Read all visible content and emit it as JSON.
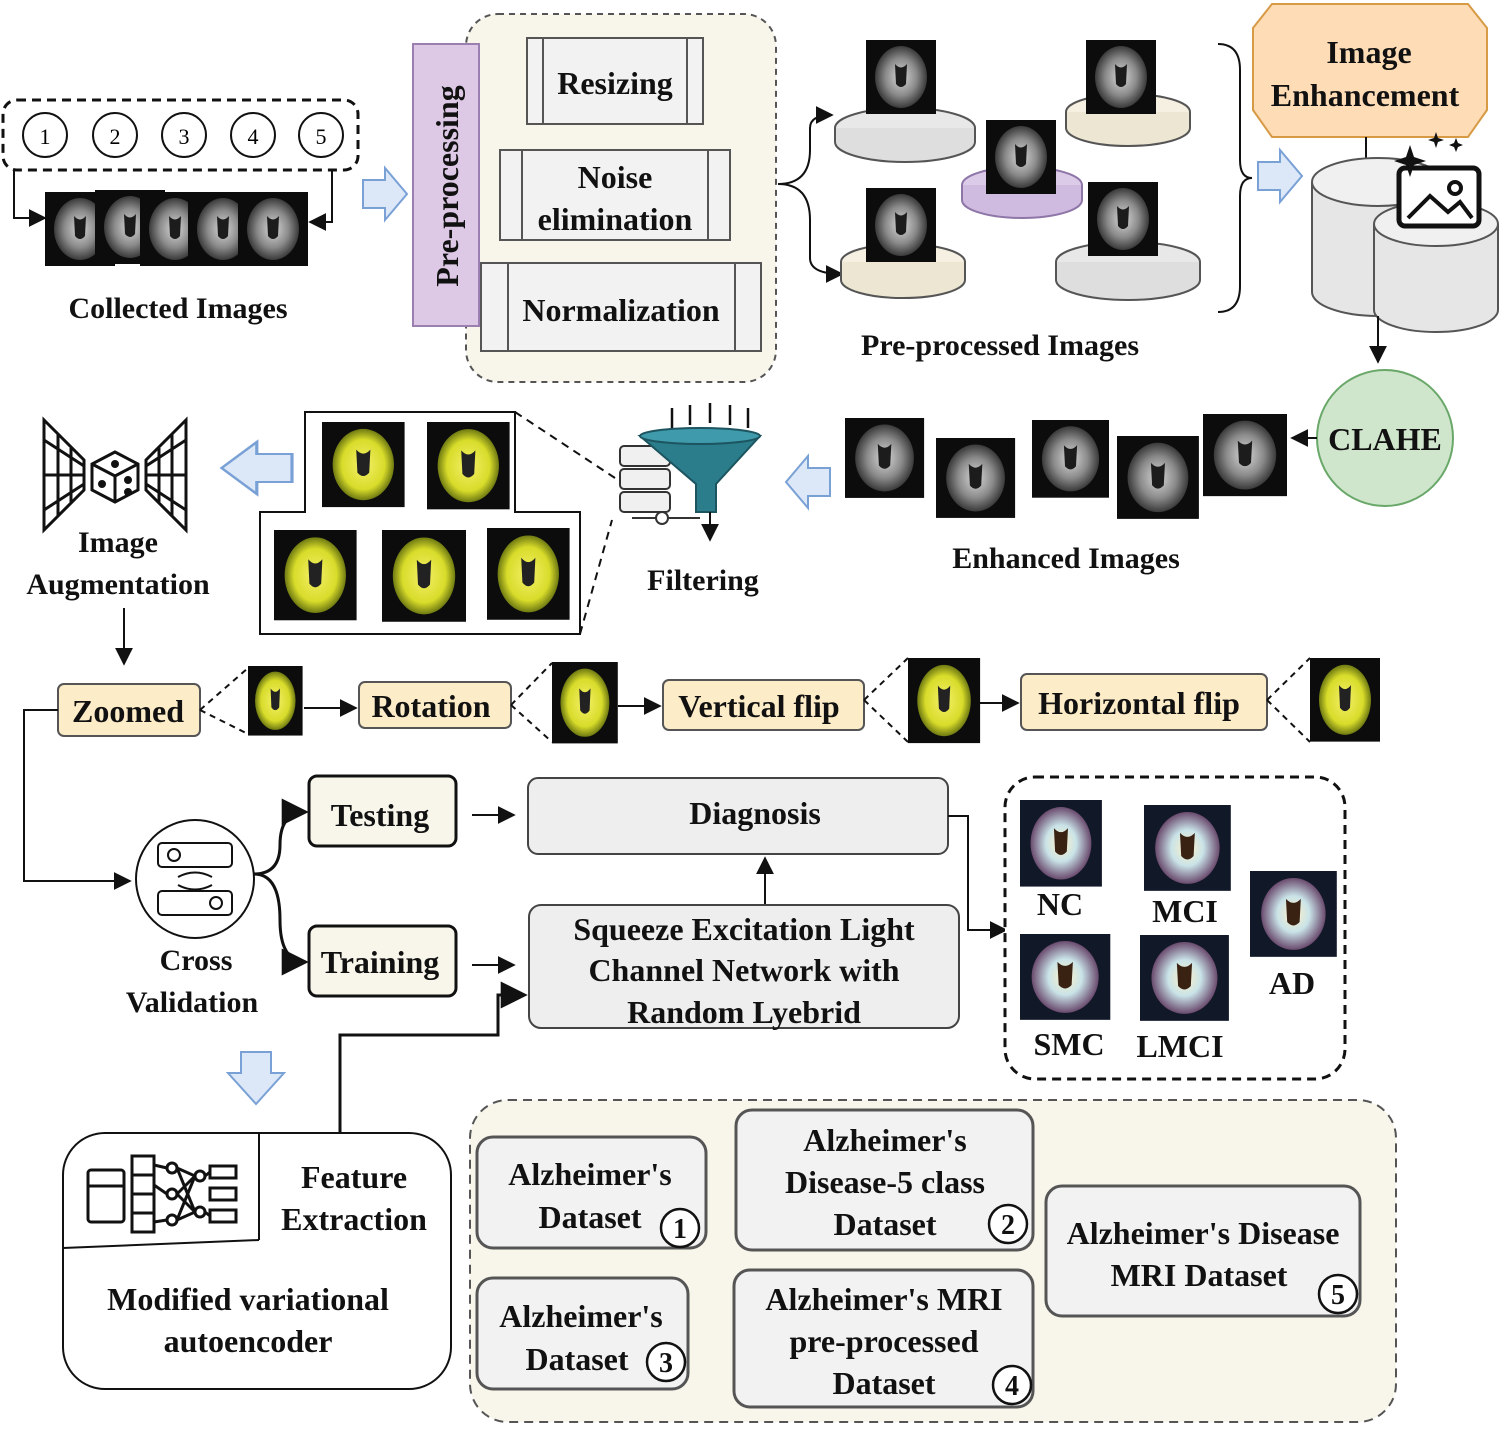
{
  "collected": {
    "numbers": [
      "1",
      "2",
      "3",
      "4",
      "5"
    ],
    "label": "Collected Images"
  },
  "preprocessing": {
    "title": "Pre-processing",
    "steps": {
      "resizing": "Resizing",
      "noise_line1": "Noise",
      "noise_line2": "elimination",
      "normalization": "Normalization"
    }
  },
  "preprocessed": {
    "label": "Pre-processed Images"
  },
  "enhancement": {
    "line1": "Image",
    "line2": "Enhancement",
    "clahe": "CLAHE"
  },
  "enhanced": {
    "label": "Enhanced Images"
  },
  "filtering": {
    "label": "Filtering"
  },
  "augmentation": {
    "line1": "Image",
    "line2": "Augmentation"
  },
  "augment_steps": [
    "Zoomed",
    "Rotation",
    "Vertical flip",
    "Horizontal flip"
  ],
  "cross_validation": {
    "line1": "Cross",
    "line2": "Validation"
  },
  "split": {
    "testing": "Testing",
    "training": "Training"
  },
  "diagnosis": "Diagnosis",
  "model": {
    "line1": "Squeeze Excitation Light",
    "line2": "Channel Network with",
    "line3": "Random Lyebrid"
  },
  "classes": [
    "NC",
    "MCI",
    "AD",
    "SMC",
    "LMCI"
  ],
  "feature": {
    "line1": "Feature",
    "line2": "Extraction",
    "method_line1": "Modified variational",
    "method_line2": "autoencoder"
  },
  "datasets": [
    {
      "lines": [
        "Alzheimer's",
        "Dataset"
      ],
      "number": "1"
    },
    {
      "lines": [
        "Alzheimer's",
        "Disease-5 class",
        "Dataset"
      ],
      "number": "2"
    },
    {
      "lines": [
        "Alzheimer's",
        "Dataset"
      ],
      "number": "3"
    },
    {
      "lines": [
        "Alzheimer's MRI",
        "pre-processed",
        "Dataset"
      ],
      "number": "4"
    },
    {
      "lines": [
        "Alzheimer's Disease",
        "MRI Dataset"
      ],
      "number": "5"
    }
  ],
  "colors": {
    "preprocess_panel": "#f8f5ea",
    "preprocess_tab": "#ddc9e6",
    "enhancement_hex": "#fddcb6",
    "clahe_circle": "#cfe6cc",
    "augment_box": "#fdecc8",
    "split_box": "#f8f5ea",
    "model_box": "#eeeeee",
    "dataset_panel": "#f8f5ea",
    "arrow_fill": "#dce8f8",
    "arrow_stroke": "#7aa1d6"
  }
}
